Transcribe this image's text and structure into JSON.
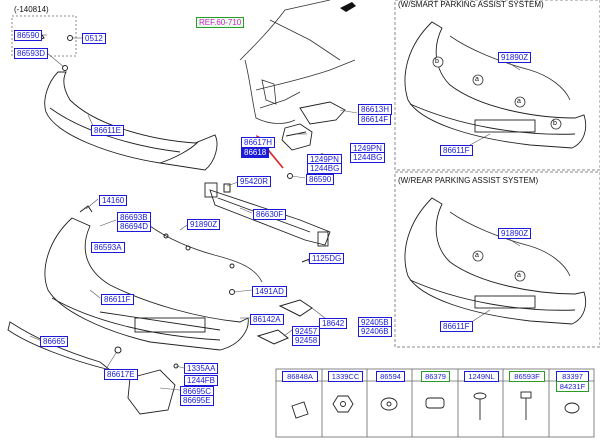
{
  "date_note": "(-140814)",
  "ref_label": "REF.60-710",
  "insets": {
    "smart": {
      "title": "(W/SMART PARKING ASSIST SYSTEM)"
    },
    "rear": {
      "title": "(W/REAR PARKING ASSIST SYSTEM)"
    }
  },
  "parts": {
    "p86590_a": "86590",
    "p0512": "0512",
    "p86593D": "86593D",
    "p86611E": "86611E",
    "p86617H": "86617H",
    "p86618": "86618",
    "p86613H": "86613H",
    "p86614F": "86614F",
    "p1249PN_a": "1249PN",
    "p1244BG_a": "1244BG",
    "p1249PN_b": "1249PN",
    "p1244BG_b": "1244BG",
    "p86590_b": "86590",
    "p95420R": "95420R",
    "p86630F": "86630F",
    "p14160": "14160",
    "p86693B": "86693B",
    "p86694D": "86694D",
    "p86593A": "86593A",
    "p91890Z_main": "91890Z",
    "p1125DG": "1125DG",
    "p86611F_main": "86611F",
    "p1491AD": "1491AD",
    "p86142A": "86142A",
    "p18642": "18642",
    "p92405B": "92405B",
    "p92406B": "92406B",
    "p92457": "92457",
    "p92458": "92458",
    "p86665": "86665",
    "p86617E": "86617E",
    "p1335AA": "1335AA",
    "p1244FB": "1244FB",
    "p86695C": "86695C",
    "p86695E": "86695E",
    "p91890Z_s": "91890Z",
    "p86611F_s": "86611F",
    "p91890Z_r": "91890Z",
    "p86611F_r": "86611F"
  },
  "callouts": {
    "a": "a",
    "b": "b"
  },
  "hardware_table": [
    {
      "code": "86848A",
      "icon": "clip-icon"
    },
    {
      "code": "1339CC",
      "icon": "nut-icon"
    },
    {
      "code": "86594",
      "icon": "grommet-icon"
    },
    {
      "code": "86379",
      "icon": "pad-icon"
    },
    {
      "code": "1249NL",
      "icon": "screw-icon"
    },
    {
      "code": "86593F",
      "icon": "bolt-icon"
    },
    {
      "code": "83397",
      "code2": "84231F",
      "icon": "plug-icon"
    }
  ]
}
